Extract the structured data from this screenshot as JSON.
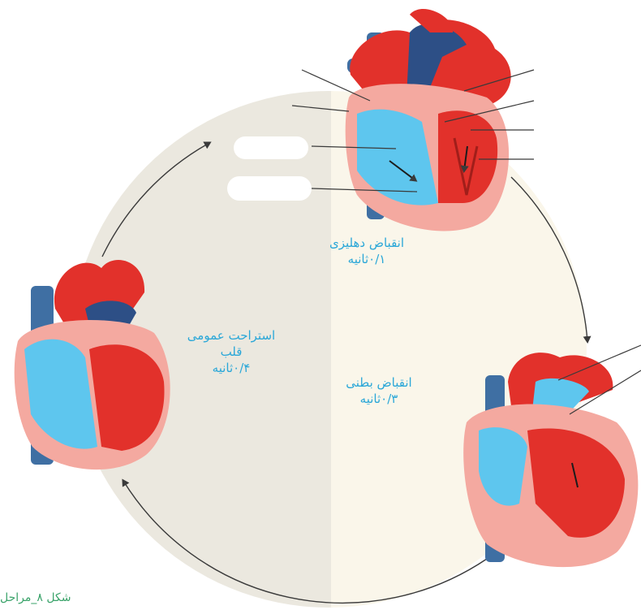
{
  "diagram": {
    "caption": "شکل ۸_مراحل",
    "phases": [
      {
        "name": "انقباض دهلیزی",
        "duration": "۰/۱ثانیه"
      },
      {
        "name": "انقباض بطنی",
        "duration": "۰/۳ثانیه"
      },
      {
        "name": "استراحت عمومی",
        "name2": "قلب",
        "duration": "۰/۴ثانیه"
      }
    ]
  },
  "colors": {
    "oxygenated": "#e2312b",
    "deoxygenated": "#5ec6ee",
    "vena_cava": "#3f6fa3",
    "myocardium": "#f4a9a0",
    "left_half_bg": "#ebe8df",
    "right_half_bg": "#faf6ea",
    "label_text": "#2aa7d8",
    "caption_text": "#3aa36a"
  },
  "icons": [
    "heart-atrial-systole-icon",
    "heart-ventricular-systole-icon",
    "heart-diastole-icon"
  ]
}
